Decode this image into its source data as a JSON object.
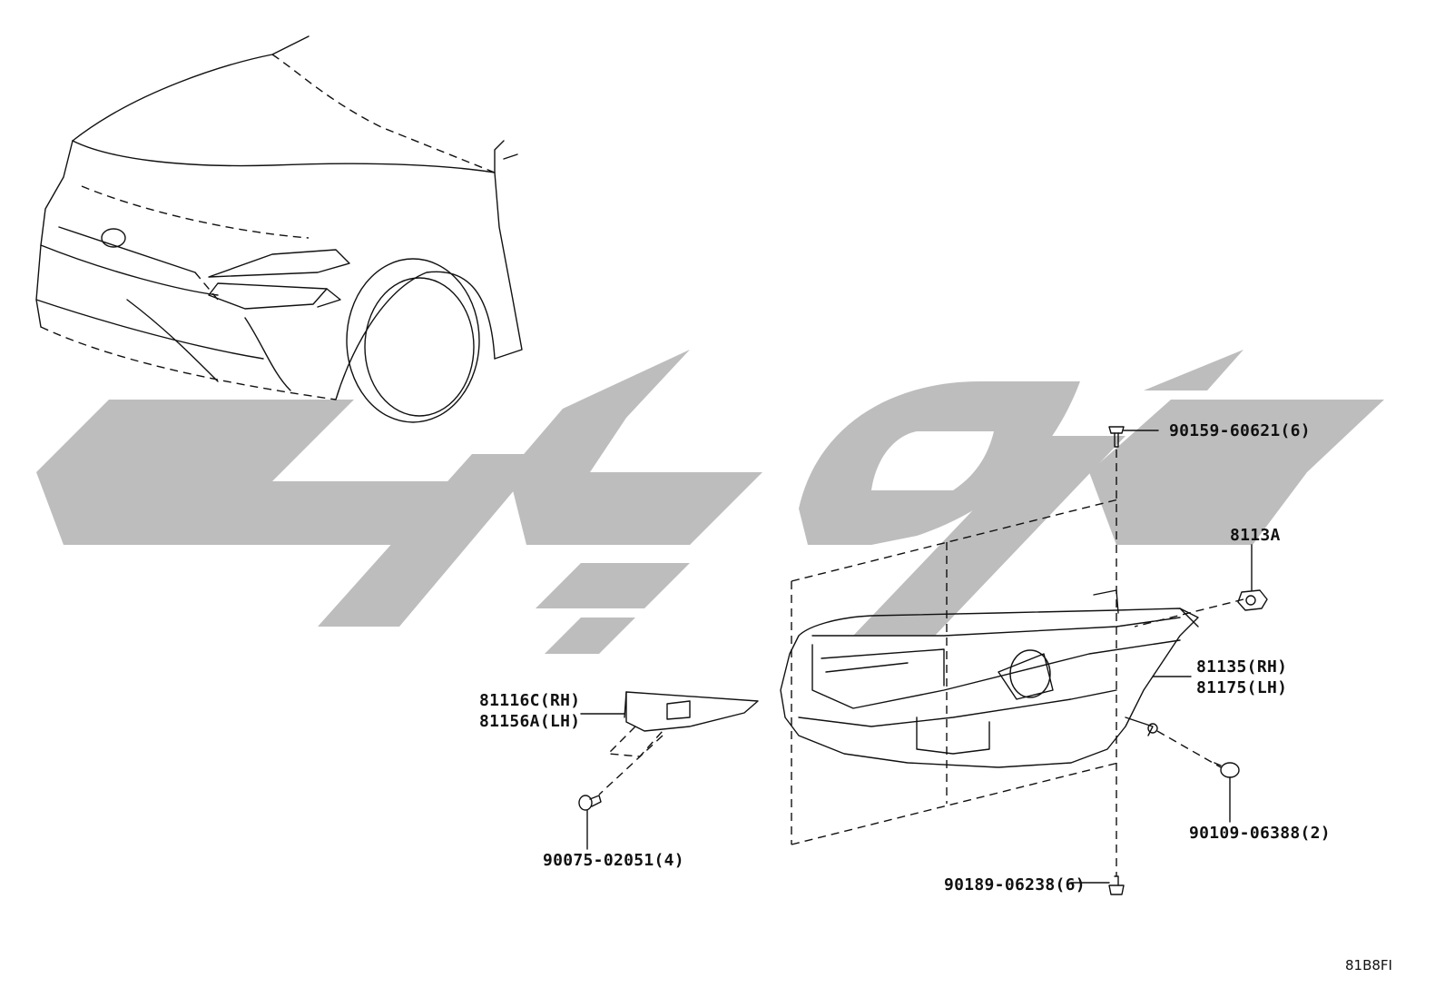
{
  "diagram_code": "81B8FI",
  "parts": {
    "bolt_top": "90159-60621(6)",
    "clip": "8113A",
    "headlamp_rh": "81135(RH)",
    "headlamp_lh": "81175(LH)",
    "bracket_rh": "81116C(RH)",
    "bracket_lh": "81156A(LH)",
    "screw_bracket": "90075-02051(4)",
    "screw_side": "90109-06388(2)",
    "bolt_bottom": "90189-06238(6)"
  },
  "colors": {
    "line": "#111111",
    "watermark": "#bdbdbd"
  }
}
